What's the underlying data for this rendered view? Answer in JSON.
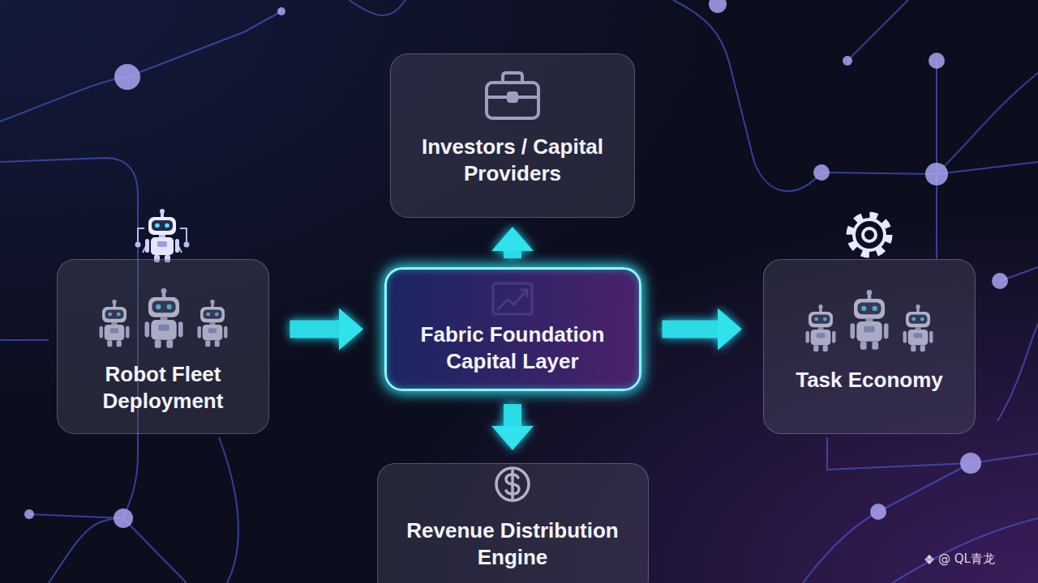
{
  "diagram": {
    "nodes": [
      {
        "text": [
          "Investors / Capital Providers"
        ]
      },
      {
        "text": [
          "Robot Fleet Deployment"
        ]
      },
      {
        "text": [
          "Fabric Foundation Capital Layer"
        ]
      },
      {
        "text": [
          "Task Economy"
        ]
      },
      {
        "text": [
          "Revenue Distribution Engine"
        ]
      }
    ],
    "edges": [
      {
        "from": 1,
        "to": 2,
        "arrow": "to"
      },
      {
        "from": 2,
        "to": 0,
        "arrow": "to"
      },
      {
        "from": 2,
        "to": 3,
        "arrow": "to"
      },
      {
        "from": 2,
        "to": 4,
        "arrow": "to"
      }
    ],
    "labels": [
      "@ QL青龙"
    ]
  }
}
